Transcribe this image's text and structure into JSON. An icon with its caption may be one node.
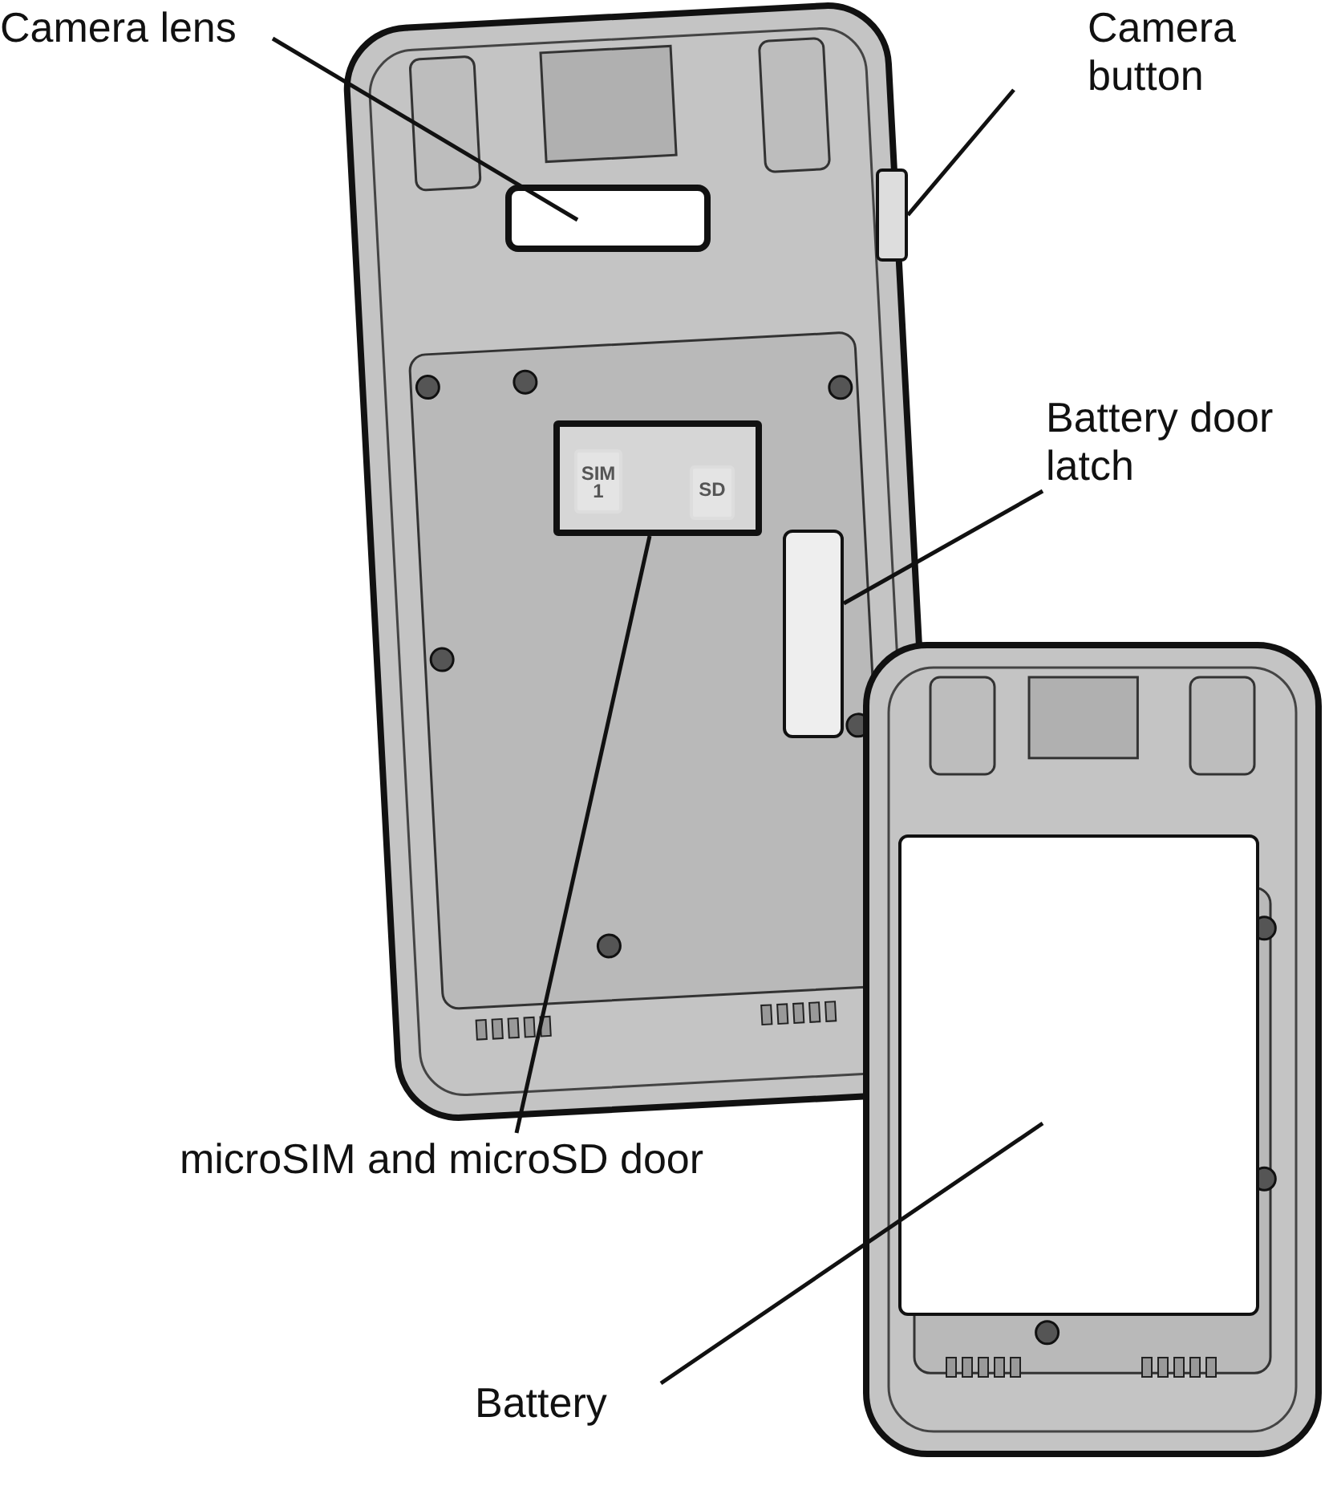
{
  "diagram": {
    "nodes": [
      {
        "text": [
          "Camera lens"
        ]
      },
      {
        "text": [
          "Camera button"
        ]
      },
      {
        "text": [
          "Battery door latch"
        ]
      },
      {
        "text": [
          "microSIM and microSD door"
        ]
      },
      {
        "text": [
          "Battery"
        ]
      },
      {
        "text": [],
        "shape": "box"
      },
      {
        "text": [],
        "shape": "box"
      },
      {
        "text": [],
        "shape": "box"
      },
      {
        "text": [],
        "shape": "box"
      },
      {
        "text": [],
        "shape": "box"
      }
    ],
    "edges": [
      {
        "from": 0,
        "to": 5,
        "arrow": "none"
      },
      {
        "from": 1,
        "to": 6,
        "arrow": "none"
      },
      {
        "from": 2,
        "to": 7,
        "arrow": "none"
      },
      {
        "from": 3,
        "to": 8,
        "arrow": "none"
      },
      {
        "from": 4,
        "to": 9,
        "arrow": "none"
      }
    ],
    "labels": [
      "SIM 1",
      "SD"
    ]
  }
}
